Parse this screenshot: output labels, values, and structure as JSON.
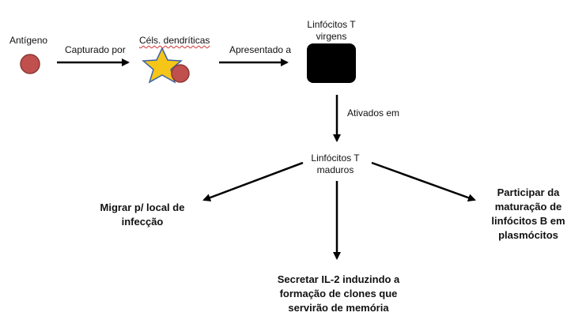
{
  "labels": {
    "antigen": "Antígeno",
    "captured_by": "Capturado por",
    "dendritic": "Céls. dendríticas",
    "presented_to": "Apresentado a",
    "naive_t_line1": "Linfócitos T",
    "naive_t_line2": "virgens",
    "activated_in": "Ativados em",
    "mature_t_line1": "Linfócitos T",
    "mature_t_line2": "maduros",
    "migrate_line1": "Migrar p/ local de",
    "migrate_line2": "infecção",
    "secrete_line1": "Secretar IL-2 induzindo a",
    "secrete_line2": "formação de clones que",
    "secrete_line3": "servirão de memória",
    "participate_line1": "Participar da",
    "participate_line2": "maturação de",
    "participate_line3": "linfócitos B em",
    "participate_line4": "plasmócitos"
  },
  "colors": {
    "antigen_fill": "#c0504d",
    "antigen_stroke": "#8c3836",
    "star_fill": "#f5c518",
    "star_stroke": "#3b63a8",
    "naive_box": "#000000",
    "arrow": "#000000"
  }
}
